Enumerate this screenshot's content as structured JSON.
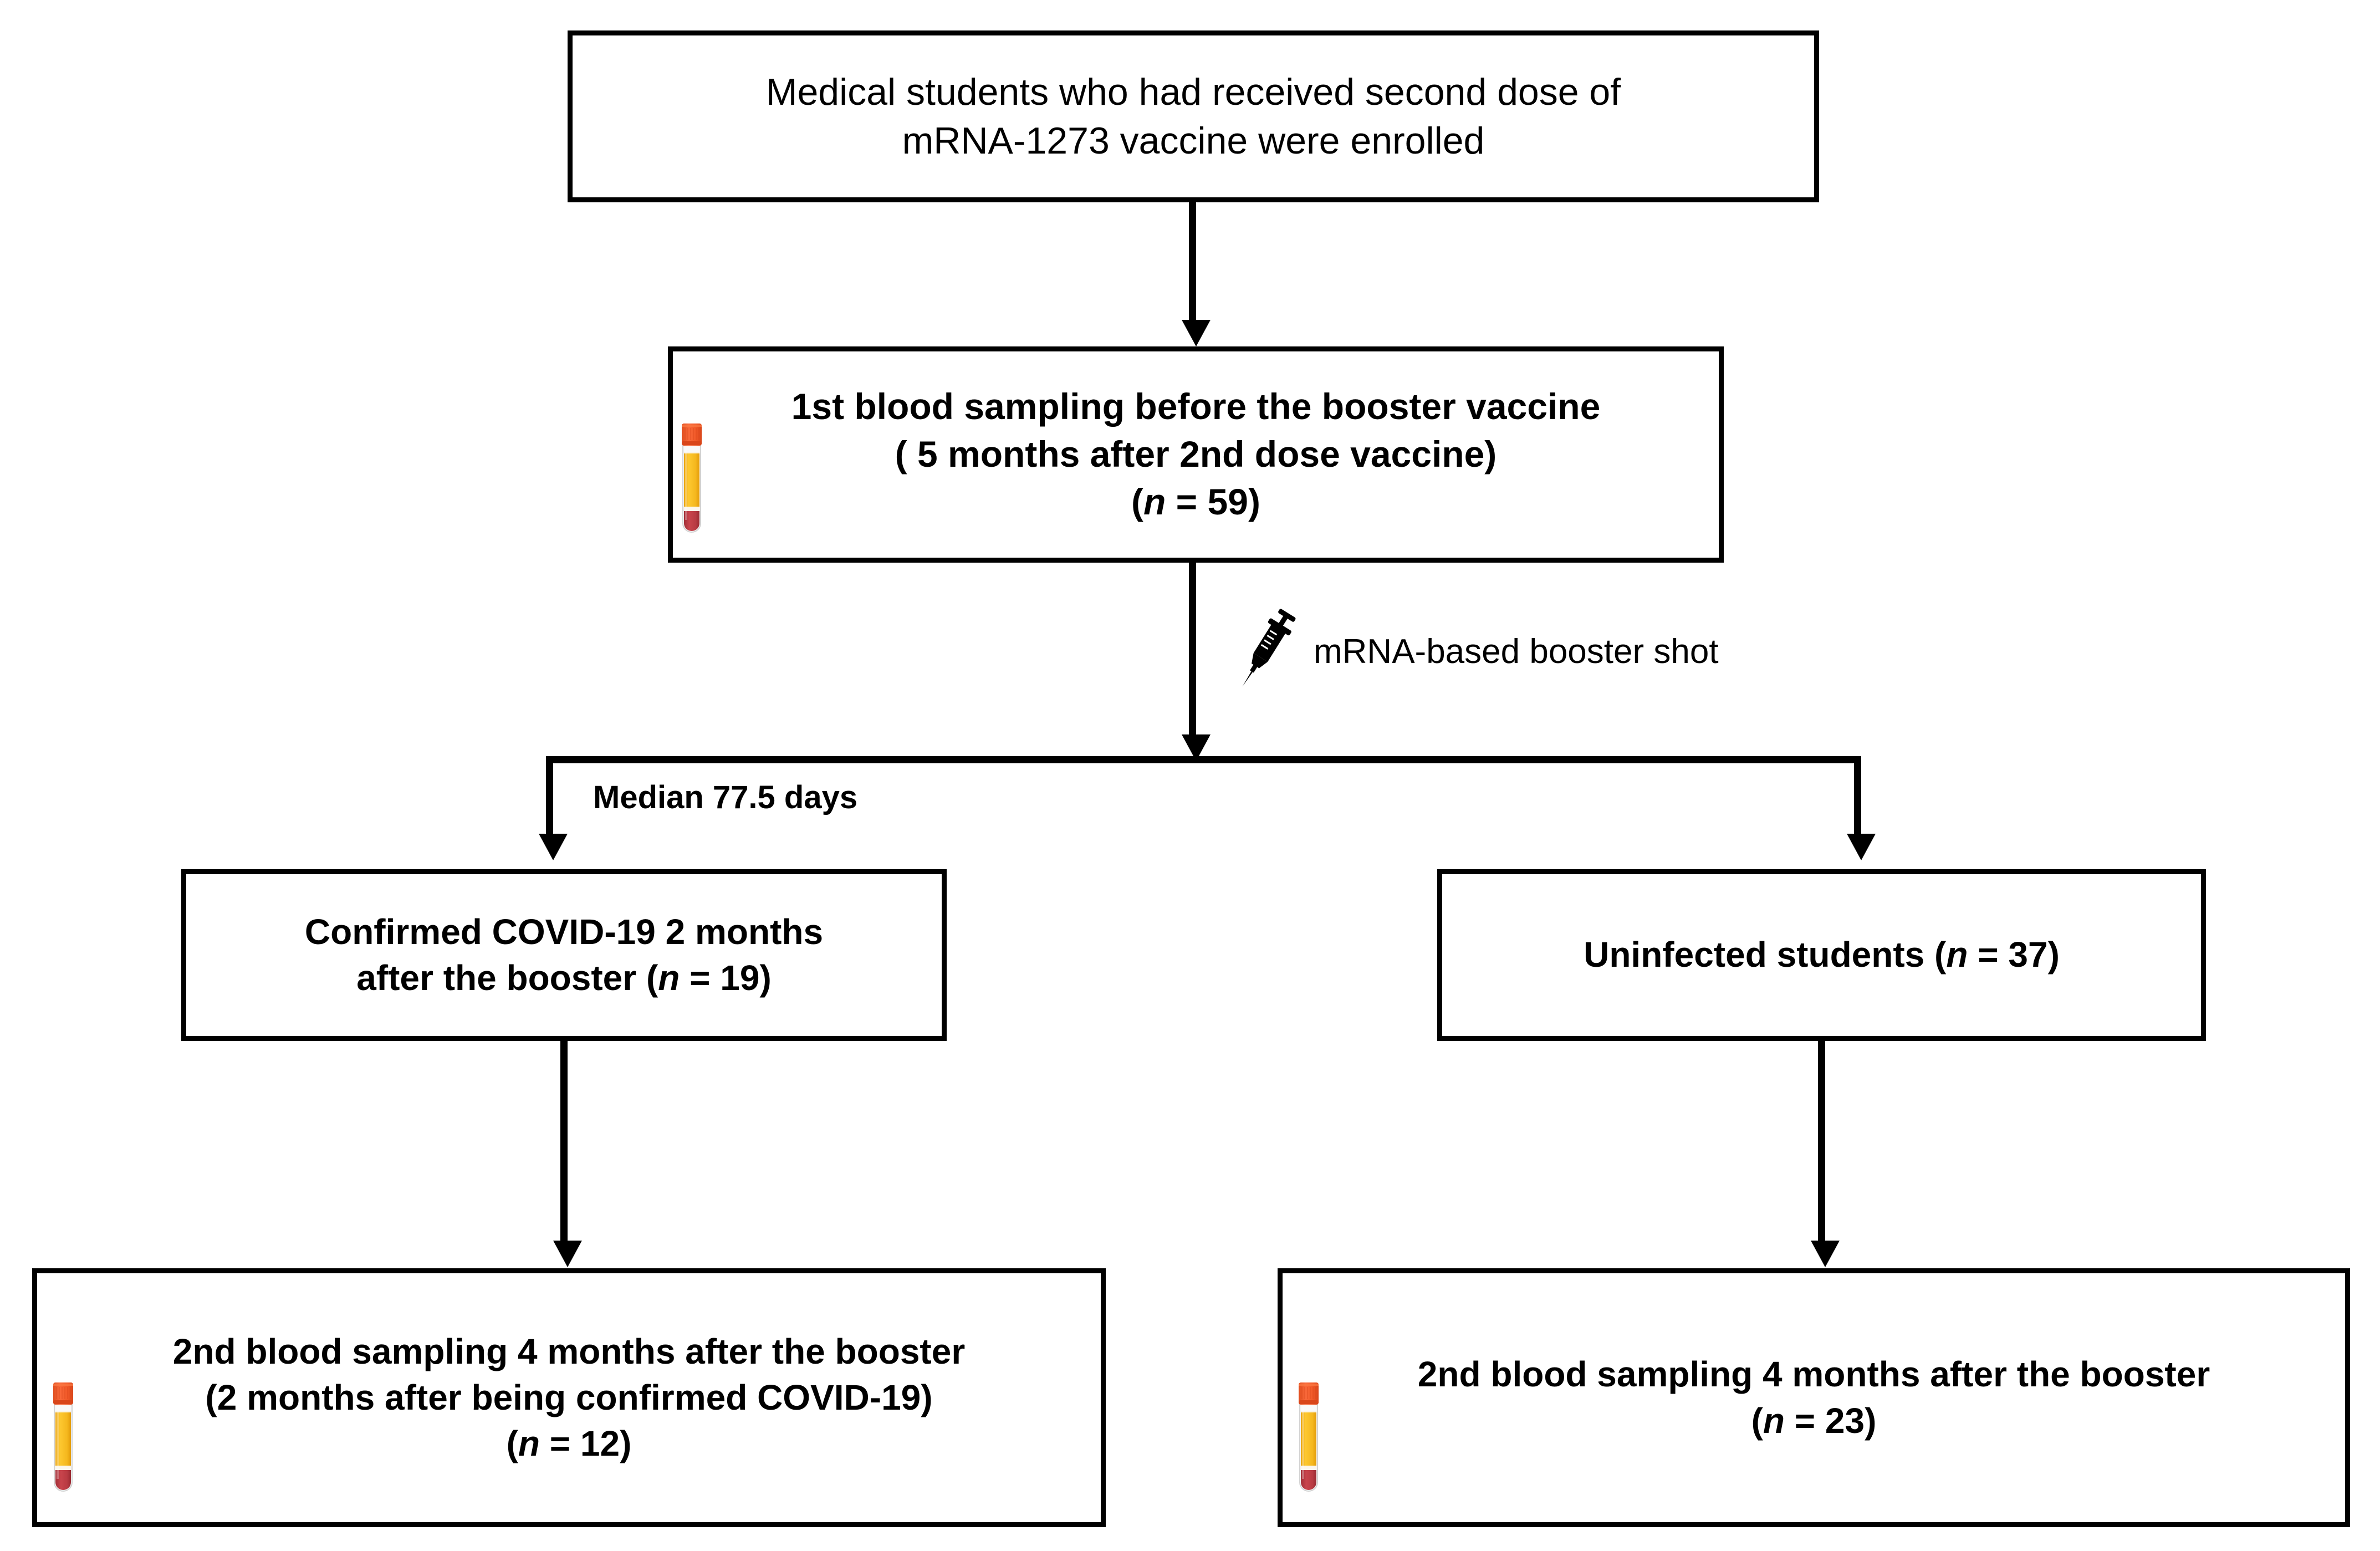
{
  "diagram": {
    "type": "study-flowchart",
    "title": "Study enrollment and blood sampling flowchart",
    "boxes": {
      "enrolled": {
        "line1": "Medical students who had received second dose of",
        "line2": "mRNA-1273 vaccine were enrolled",
        "style": "regular"
      },
      "first_sampling": {
        "line1": "1st blood sampling before the booster vaccine",
        "line2": "( 5 months after 2nd dose vaccine)",
        "n_prefix": "(",
        "n_italic": "n",
        "n_suffix": " = 59)",
        "style": "bold",
        "icon": "blood-collection-tube-icon"
      },
      "confirmed_covid": {
        "line1": "Confirmed COVID-19 2 months",
        "line2_prefix": "after the booster (",
        "line2_italic": "n",
        "line2_suffix": " = 19)",
        "style": "bold"
      },
      "uninfected": {
        "line1_prefix": "Uninfected students (",
        "line1_italic": "n",
        "line1_suffix": " = 37)",
        "style": "bold"
      },
      "second_sampling_covid": {
        "line1": "2nd blood sampling 4 months after the booster",
        "line2": "(2 months after being confirmed COVID-19)",
        "n_prefix": "(",
        "n_italic": "n",
        "n_suffix": " = 12)",
        "style": "bold",
        "icon": "blood-collection-tube-icon"
      },
      "second_sampling_uninfected": {
        "line1": "2nd blood sampling 4 months after the booster",
        "n_prefix": "(",
        "n_italic": "n",
        "n_suffix": " = 23)",
        "style": "bold",
        "icon": "blood-collection-tube-icon"
      }
    },
    "annotations": {
      "booster_shot": {
        "label": "mRNA-based booster shot",
        "icon": "syringe-icon",
        "style": "regular"
      },
      "median_days": {
        "label": "Median 77.5 days",
        "style": "bold"
      }
    },
    "values": {
      "enrolled_n": 59,
      "confirmed_covid_n": 19,
      "uninfected_n": 37,
      "second_sampling_covid_n": 12,
      "second_sampling_uninfected_n": 23,
      "median_days": 77.5,
      "months_after_2nd_dose": 5,
      "months_after_booster_second_sampling": 4,
      "months_after_booster_confirmed": 2,
      "months_after_confirmed_covid": 2
    },
    "colors": {
      "line": "#000000",
      "box_border": "#000000",
      "background": "#ffffff",
      "text": "#000000",
      "tube_cap": "#F15A29",
      "tube_cap_dark": "#E04E1F",
      "tube_serum": "#F5B81E",
      "tube_serum_light": "#FDC830",
      "tube_clot": "#B93B43",
      "tube_clot_dark": "#A23038",
      "tube_glass": "#EFEFEF",
      "tube_band": "#FBF6EC"
    }
  }
}
